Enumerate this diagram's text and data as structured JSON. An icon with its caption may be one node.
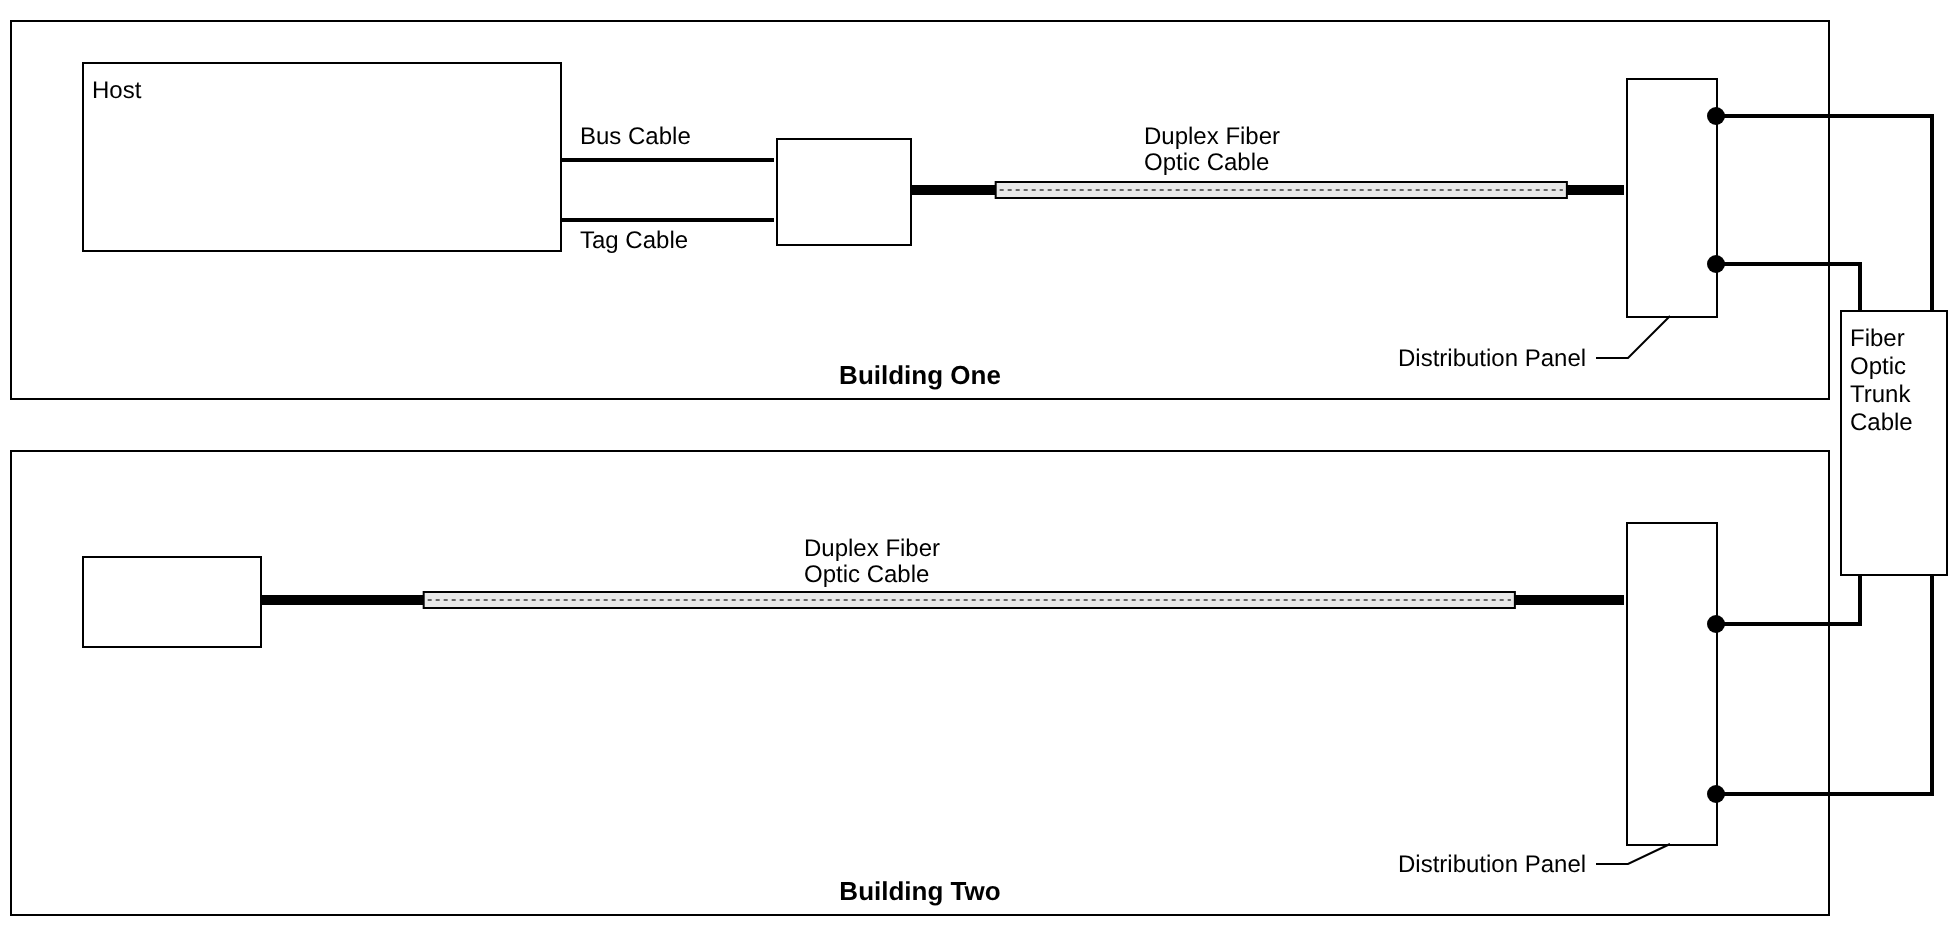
{
  "diagram": {
    "nodes": [
      {
        "text": [
          "Building One"
        ]
      },
      {
        "text": [
          "Host"
        ],
        "in": 0
      },
      {
        "text": [],
        "shape": "box",
        "in": 0
      },
      {
        "text": [],
        "shape": "box",
        "in": 0
      },
      {
        "text": [
          "Distribution Panel"
        ],
        "in": 0
      },
      {
        "text": [
          "Fiber Optic Trunk Cable"
        ]
      },
      {
        "text": [
          "Building Two"
        ]
      },
      {
        "text": [],
        "shape": "box",
        "in": 6
      },
      {
        "text": [],
        "shape": "box",
        "in": 6
      },
      {
        "text": [
          "Distribution Panel"
        ],
        "in": 6
      }
    ],
    "edges": [
      {
        "from": 1,
        "to": 2,
        "arrow": "none",
        "label": "Bus Cable"
      },
      {
        "from": 1,
        "to": 2,
        "arrow": "none",
        "label": "Tag Cable"
      },
      {
        "from": 2,
        "to": 3,
        "arrow": "none",
        "label": "Duplex Fiber Optic Cable",
        "style": "thick"
      },
      {
        "from": 3,
        "to": 5,
        "arrow": "other"
      },
      {
        "from": 3,
        "to": 5,
        "arrow": "other"
      },
      {
        "from": 4,
        "to": 3,
        "arrow": "none"
      },
      {
        "from": 7,
        "to": 8,
        "arrow": "none",
        "label": "Duplex Fiber Optic Cable",
        "style": "thick"
      },
      {
        "from": 8,
        "to": 5,
        "arrow": "other"
      },
      {
        "from": 8,
        "to": 5,
        "arrow": "other"
      },
      {
        "from": 9,
        "to": 8,
        "arrow": "none"
      }
    ]
  }
}
